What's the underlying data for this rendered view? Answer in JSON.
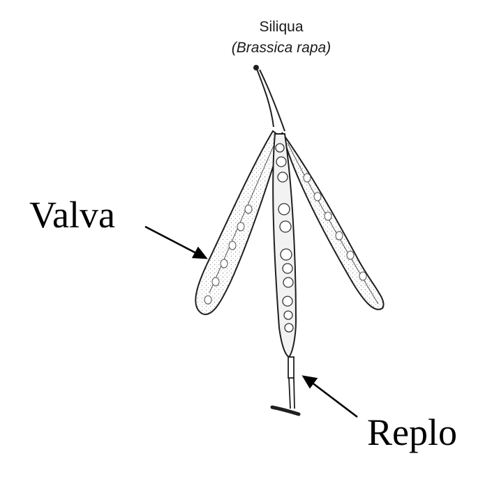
{
  "figure": {
    "title": "Siliqua",
    "subtitle": "(Brassica rapa)"
  },
  "labels": {
    "valva": "Valva",
    "replo": "Replo"
  }
}
